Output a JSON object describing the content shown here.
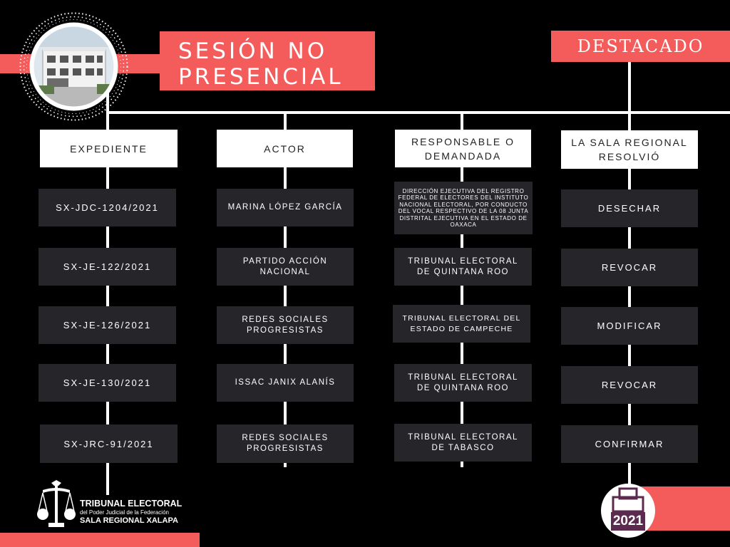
{
  "title": {
    "line1": "SESIÓN NO",
    "line2": "PRESENCIAL"
  },
  "badge": "DESTACADO",
  "columns": [
    {
      "header": "EXPEDIENTE",
      "cells": [
        "SX-JDC-1204/2021",
        "SX-JE-122/2021",
        "SX-JE-126/2021",
        "SX-JE-130/2021",
        "SX-JRC-91/2021"
      ]
    },
    {
      "header": "ACTOR",
      "cells": [
        "MARINA LÓPEZ GARCÍA",
        "PARTIDO ACCIÓN NACIONAL",
        "REDES SOCIALES PROGRESISTAS",
        "ISSAC JANIX ALANÍS",
        "REDES SOCIALES PROGRESISTAS"
      ]
    },
    {
      "header": "RESPONSABLE O DEMANDADA",
      "cells": [
        "DIRECCIÓN EJECUTIVA DEL REGISTRO FEDERAL DE ELECTORES DEL INSTITUTO NACIONAL ELECTORAL, POR CONDUCTO DEL VOCAL RESPECTIVO DE LA 08 JUNTA DISTRITAL EJECUTIVA EN EL ESTADO DE OAXACA",
        "TRIBUNAL ELECTORAL DE QUINTANA ROO",
        "TRIBUNAL ELECTORAL DEL ESTADO DE CAMPECHE",
        "TRIBUNAL ELECTORAL DE QUINTANA ROO",
        "TRIBUNAL ELECTORAL DE TABASCO"
      ]
    },
    {
      "header": "LA SALA REGIONAL RESOLVIÓ",
      "cells": [
        "DESECHAR",
        "REVOCAR",
        "MODIFICAR",
        "REVOCAR",
        "CONFIRMAR"
      ]
    }
  ],
  "logo": {
    "line1": "TRIBUNAL ELECTORAL",
    "line2": "del Poder Judicial de la Federación",
    "line3": "SALA REGIONAL XALAPA"
  },
  "year_badge": "2021",
  "icons": {
    "building": "building-photo",
    "scales": "scales-of-justice-icon",
    "ballot": "ballot-box-icon"
  },
  "colors": {
    "accent": "#f45b5b",
    "background": "#000000",
    "cell": "#26262a",
    "header": "#ffffff"
  }
}
